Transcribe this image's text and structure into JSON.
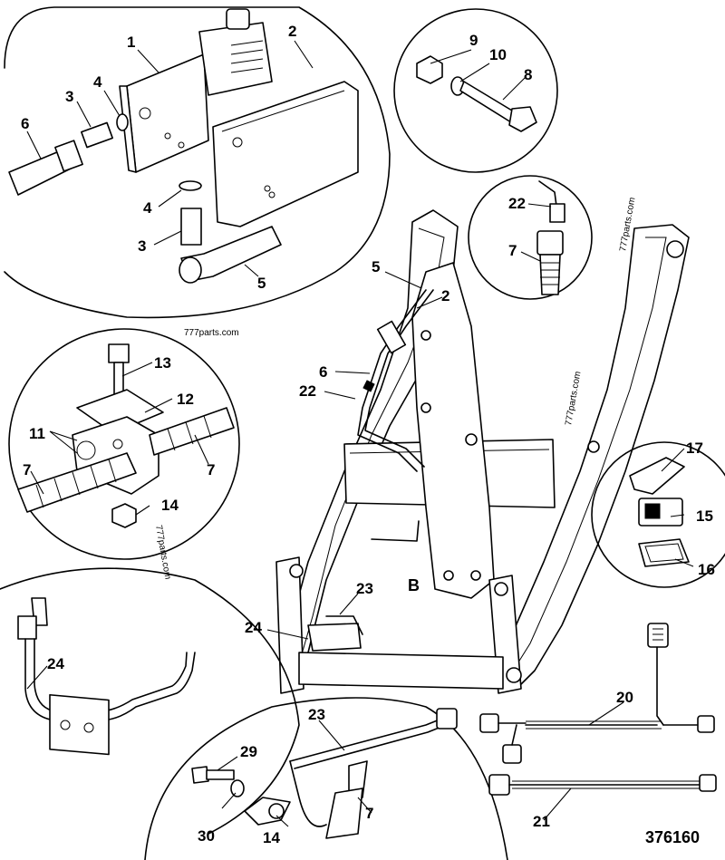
{
  "drawing_number": "376160",
  "watermark": "777parts.com",
  "section_letter": "B",
  "callouts": {
    "c1": "1",
    "c2_top": "2",
    "c3_a": "3",
    "c4_a": "4",
    "c6_top": "6",
    "c4_b": "4",
    "c3_b": "3",
    "c5_top": "5",
    "c9": "9",
    "c10": "10",
    "c8": "8",
    "c22_top": "22",
    "c7_top": "7",
    "c5_main": "5",
    "c2_main": "2",
    "c6_main": "6",
    "c22_main": "22",
    "c13": "13",
    "c12": "12",
    "c11": "11",
    "c7_left_a": "7",
    "c7_left_b": "7",
    "c14_left": "14",
    "c17": "17",
    "c15": "15",
    "c16": "16",
    "c23_main": "23",
    "c24_main": "24",
    "c24_detail": "24",
    "c23_detail": "23",
    "c29": "29",
    "c30": "30",
    "c14_bottom": "14",
    "c7_bottom": "7",
    "c20": "20",
    "c21": "21"
  }
}
